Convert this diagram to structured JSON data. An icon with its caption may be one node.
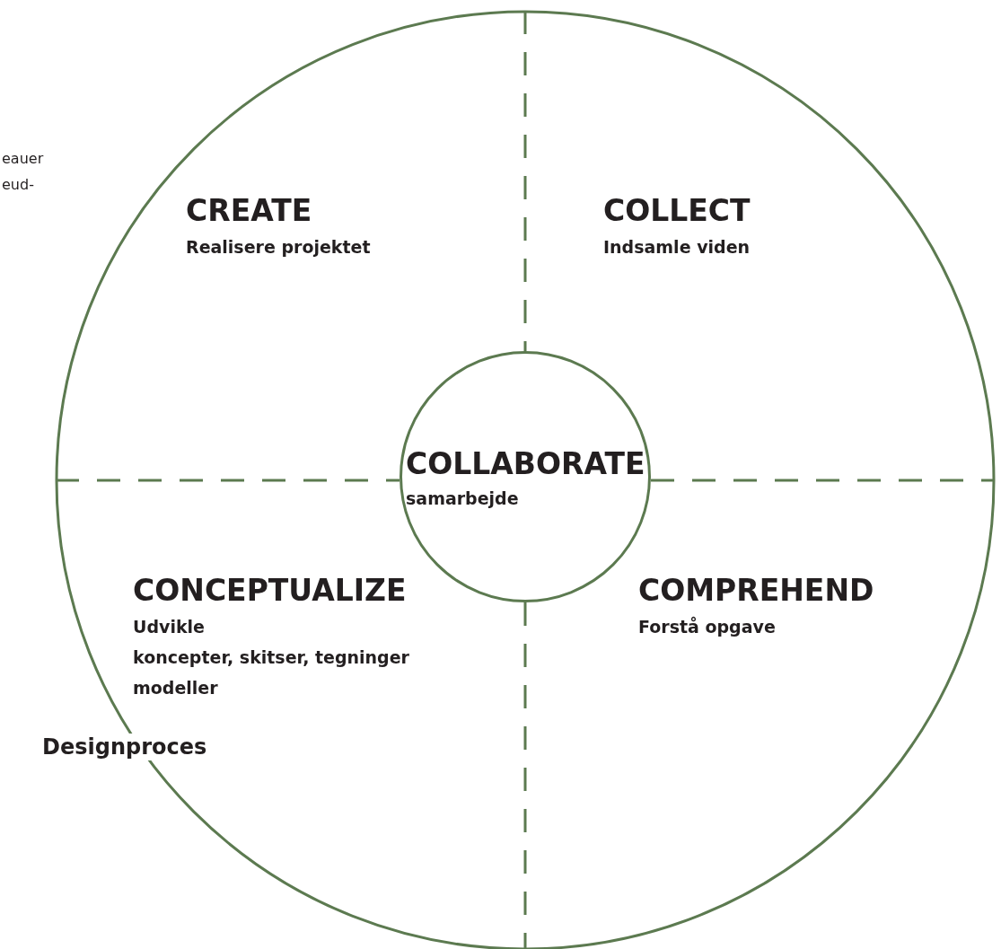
{
  "diagram": {
    "title": "Designproces",
    "nodes": [
      {
        "text": [
          "COLLABORATE",
          "samarbejde"
        ]
      }
    ],
    "edges": [],
    "labels": [
      "eauer",
      "eud-",
      "CREATE",
      "Realisere projektet",
      "COLLECT",
      "Indsamle viden",
      "CONCEPTUALIZE",
      "Udvikle",
      "koncepter, skitser, tegninger",
      "modeller",
      "COMPREHEND",
      "Forstå opgave"
    ]
  }
}
